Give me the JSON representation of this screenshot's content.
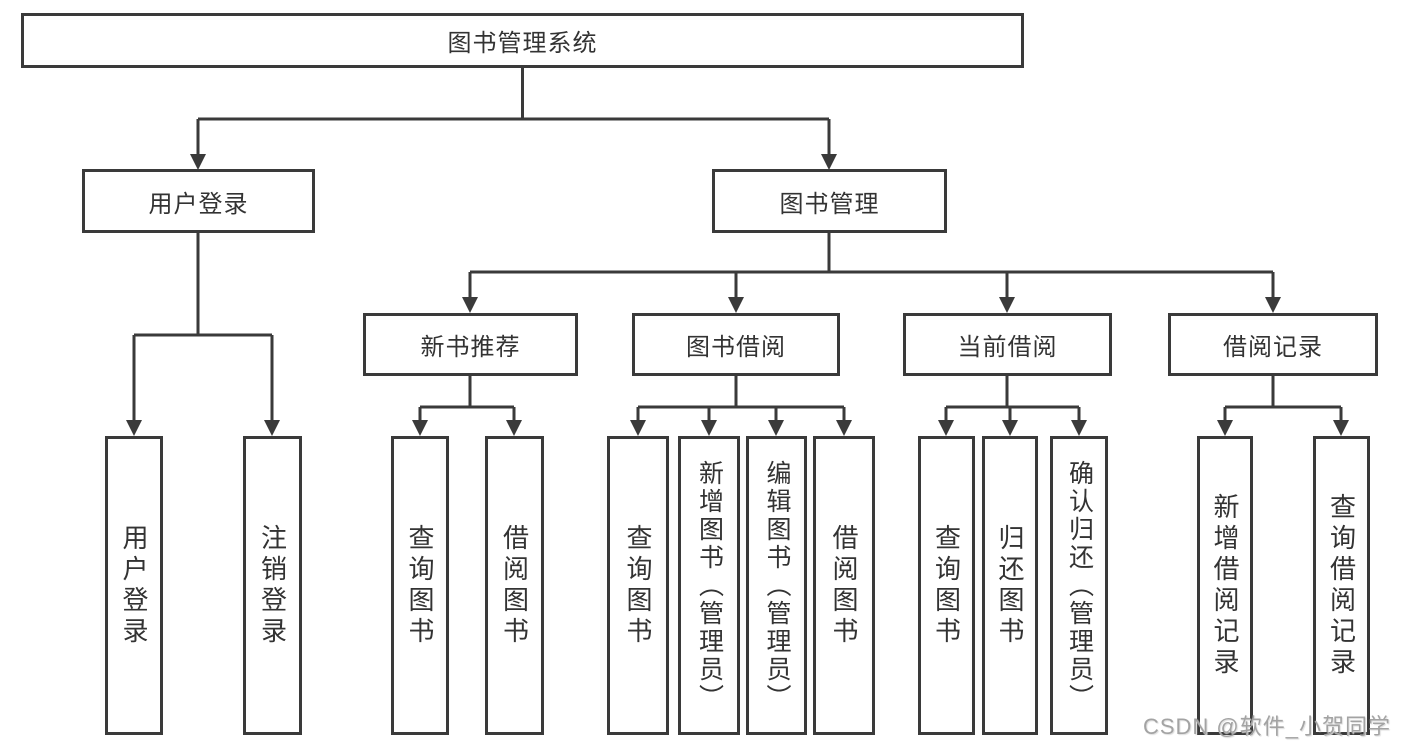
{
  "diagram": {
    "title": "图书管理系统",
    "watermark": "CSDN @软件_小贺同学",
    "colors": {
      "line": "#3a3a3a",
      "text": "#333333",
      "background": "#ffffff",
      "watermark": "#a3a3a3"
    },
    "nodes": [
      {
        "id": "root",
        "label": "图书管理系统",
        "level": 1
      },
      {
        "id": "user-login",
        "label": "用户登录",
        "level": 2
      },
      {
        "id": "book-management",
        "label": "图书管理",
        "level": 2
      },
      {
        "id": "new-book-recommend",
        "label": "新书推荐",
        "level": 3
      },
      {
        "id": "book-borrowing",
        "label": "图书借阅",
        "level": 3
      },
      {
        "id": "current-borrowing",
        "label": "当前借阅",
        "level": 3
      },
      {
        "id": "borrowing-records",
        "label": "借阅记录",
        "level": 3
      },
      {
        "id": "leaf-user-login",
        "label": "用户登录",
        "level": 4,
        "parent": "user-login"
      },
      {
        "id": "leaf-logout",
        "label": "注销登录",
        "level": 4,
        "parent": "user-login"
      },
      {
        "id": "leaf-query-books-1",
        "label": "查询图书",
        "level": 4,
        "parent": "new-book-recommend"
      },
      {
        "id": "leaf-borrow-books-1",
        "label": "借阅图书",
        "level": 4,
        "parent": "new-book-recommend"
      },
      {
        "id": "leaf-query-books-2",
        "label": "查询图书",
        "level": 4,
        "parent": "book-borrowing"
      },
      {
        "id": "leaf-add-books-admin",
        "label": "新增图书（管理员）",
        "level": 4,
        "parent": "book-borrowing"
      },
      {
        "id": "leaf-edit-books-admin",
        "label": "编辑图书（管理员）",
        "level": 4,
        "parent": "book-borrowing"
      },
      {
        "id": "leaf-borrow-books-2",
        "label": "借阅图书",
        "level": 4,
        "parent": "book-borrowing"
      },
      {
        "id": "leaf-query-books-3",
        "label": "查询图书",
        "level": 4,
        "parent": "current-borrowing"
      },
      {
        "id": "leaf-return-books",
        "label": "归还图书",
        "level": 4,
        "parent": "current-borrowing"
      },
      {
        "id": "leaf-confirm-return-admin",
        "label": "确认归还（管理员）",
        "level": 4,
        "parent": "current-borrowing"
      },
      {
        "id": "leaf-add-borrow-record",
        "label": "新增借阅记录",
        "level": 4,
        "parent": "borrowing-records"
      },
      {
        "id": "leaf-query-borrow-record",
        "label": "查询借阅记录",
        "level": 4,
        "parent": "borrowing-records"
      }
    ]
  }
}
